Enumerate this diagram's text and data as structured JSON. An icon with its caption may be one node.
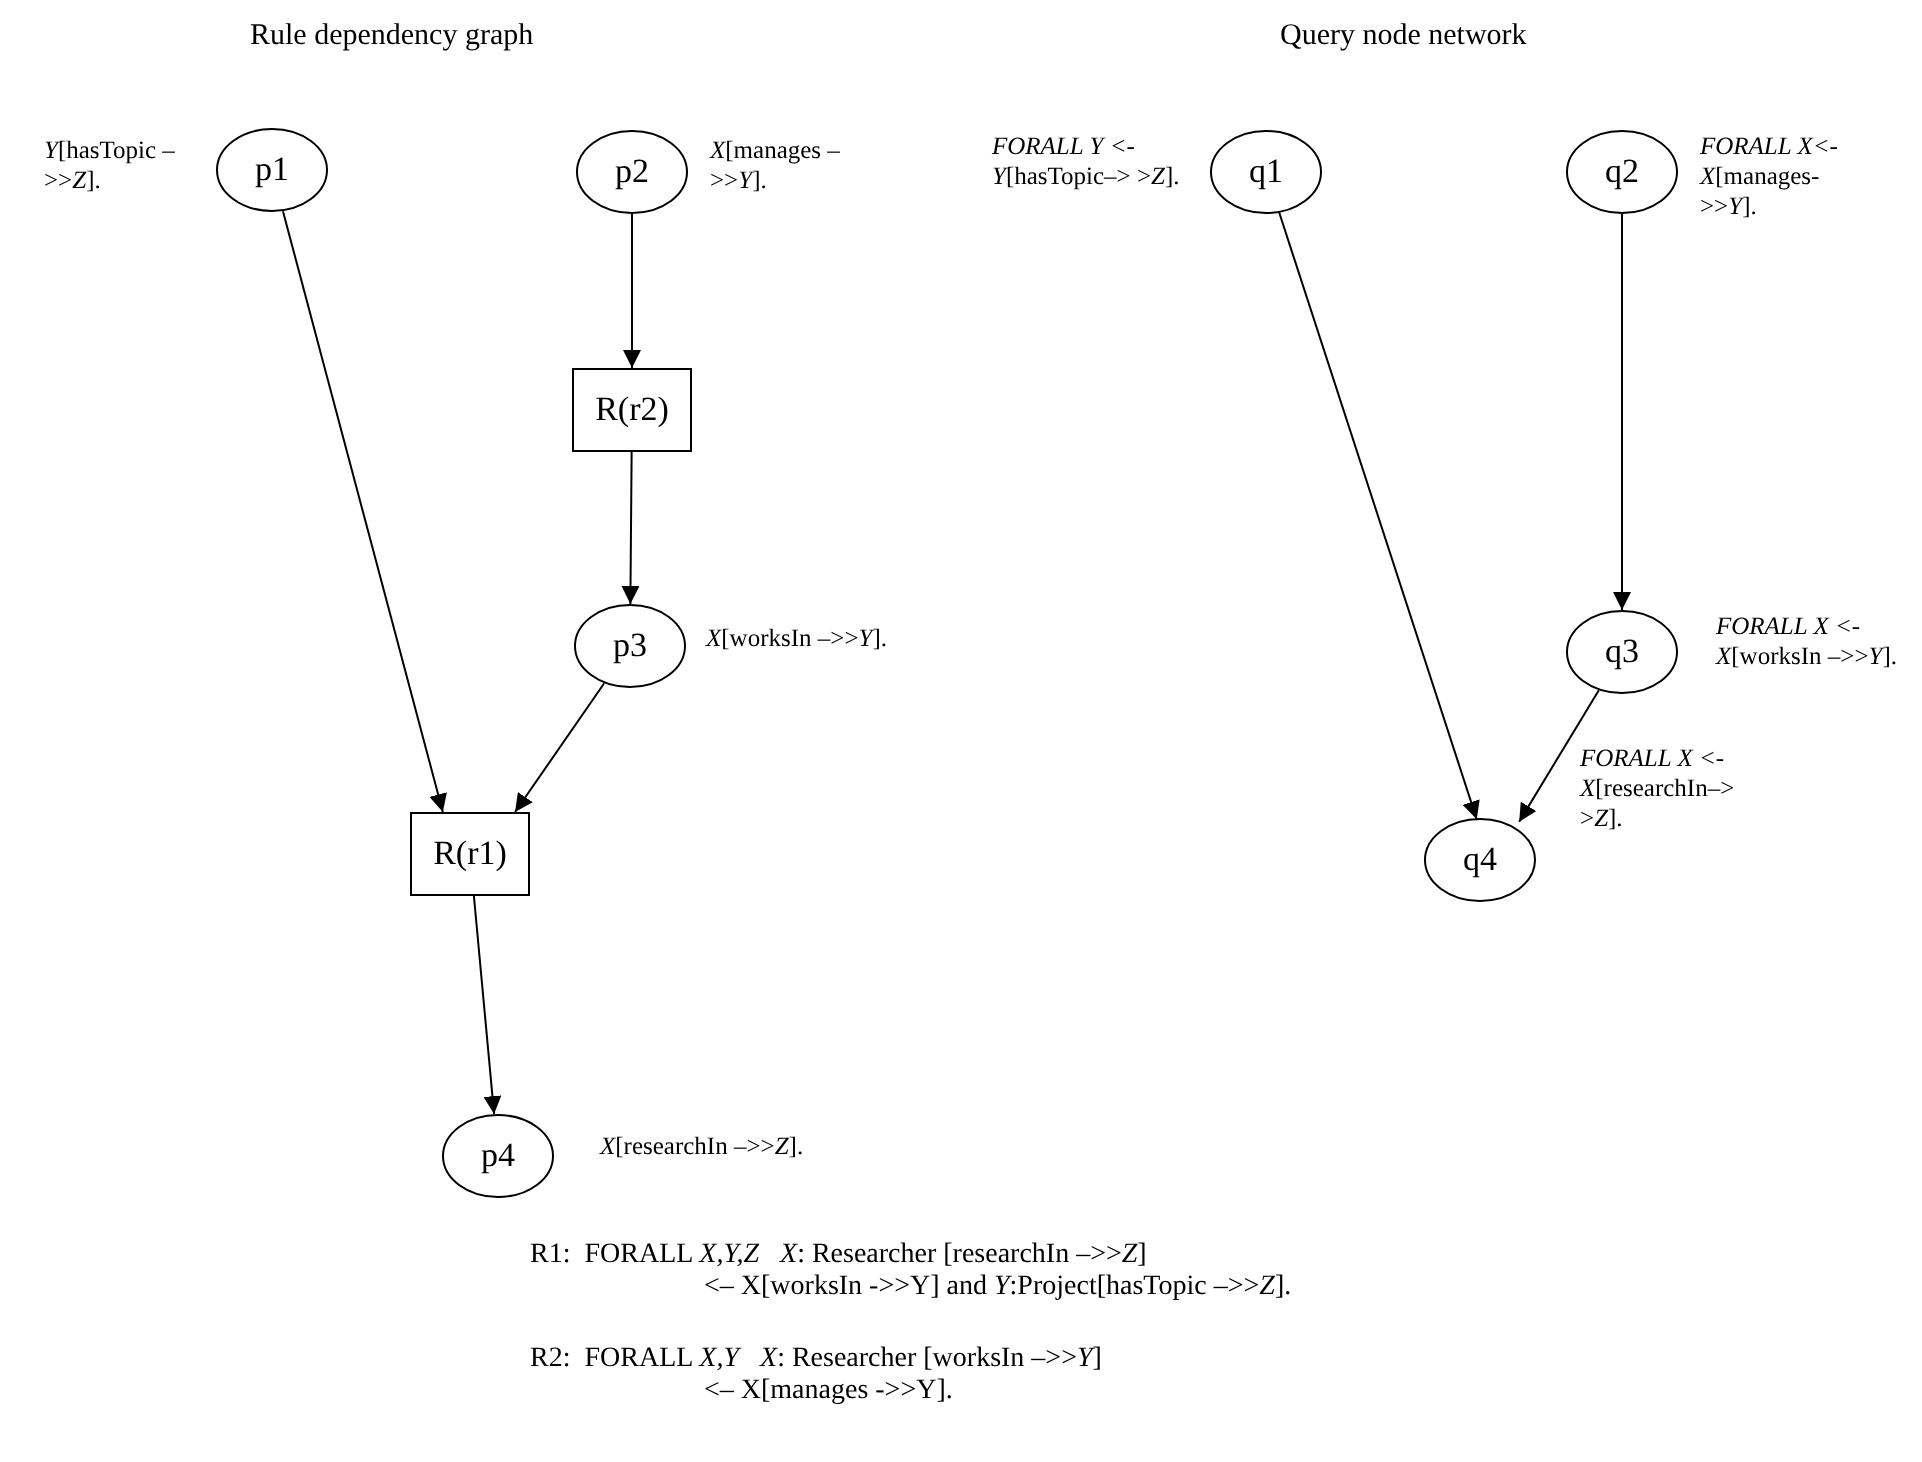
{
  "diagram": {
    "nodes": [
      {
        "text": [
          "p1"
        ],
        "beside": [
          "*Y*[hasTopic –>>*Z*]."
        ]
      },
      {
        "text": [
          "p2"
        ],
        "beside": [
          "*X*[manages –>>*Y*]."
        ]
      },
      {
        "text": [
          "R(r2)"
        ]
      },
      {
        "text": [
          "p3"
        ],
        "beside": [
          "*X*[worksIn –>>*Y*]."
        ]
      },
      {
        "text": [
          "R(r1)"
        ]
      },
      {
        "text": [
          "p4"
        ],
        "beside": [
          "*X*[researchIn –>>*Z*]."
        ]
      },
      {
        "text": [
          "q1"
        ],
        "beside": [
          "*FORALL Y <-* *Y*[hasTopic–> >*Z*]."
        ]
      },
      {
        "text": [
          "q2"
        ],
        "beside": [
          "*FORALL X<-* *X*[manages- >>*Y*]."
        ]
      },
      {
        "text": [
          "q3"
        ],
        "beside": [
          "*FORALL X <-* *X*[worksIn –>>*Y*]."
        ]
      },
      {
        "text": [
          "q4"
        ],
        "beside": [
          "*FORALL X <-* *X*[researchIn–> >*Z*]."
        ]
      }
    ],
    "edges": [
      {
        "from": 0,
        "to": 4,
        "arrow": "to"
      },
      {
        "from": 1,
        "to": 2,
        "arrow": "to"
      },
      {
        "from": 2,
        "to": 3,
        "arrow": "to"
      },
      {
        "from": 3,
        "to": 4,
        "arrow": "to"
      },
      {
        "from": 4,
        "to": 5,
        "arrow": "to"
      },
      {
        "from": 6,
        "to": 9,
        "arrow": "to"
      },
      {
        "from": 7,
        "to": 8,
        "arrow": "to"
      },
      {
        "from": 8,
        "to": 9,
        "arrow": "to"
      }
    ],
    "labels": [
      "Rule dependency graph",
      "Query node network",
      "R1:  FORALL *X,Y,Z*   *X*: Researcher [researchIn –>>*Z*]",
      "<– X[worksIn ->>Y] and *Y*:Project[hasTopic –>>*Z*].",
      "R2:  FORALL *X,Y*   *X*: Researcher [worksIn –>>*Y*]",
      "<– X[manages ->>Y]."
    ]
  }
}
